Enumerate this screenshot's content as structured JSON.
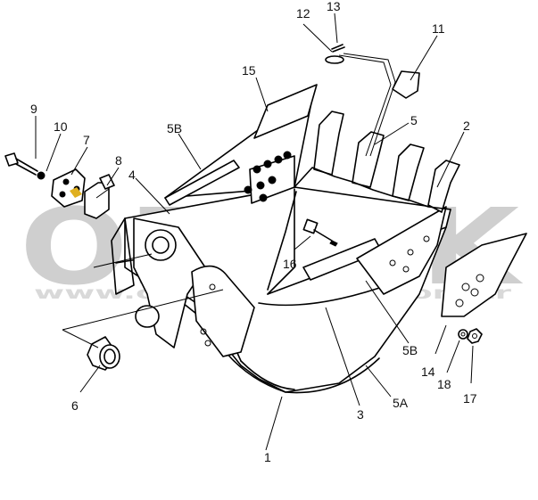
{
  "watermark": {
    "brand": "ORNEK",
    "url": "www.ornekmakina.com.tr"
  },
  "callouts": [
    {
      "id": "label-1",
      "text": "1"
    },
    {
      "id": "label-2",
      "text": "2"
    },
    {
      "id": "label-3",
      "text": "3"
    },
    {
      "id": "label-4",
      "text": "4"
    },
    {
      "id": "label-5",
      "text": "5"
    },
    {
      "id": "label-5a",
      "text": "5A"
    },
    {
      "id": "label-5b-top",
      "text": "5B"
    },
    {
      "id": "label-5b-right",
      "text": "5B"
    },
    {
      "id": "label-6",
      "text": "6"
    },
    {
      "id": "label-7",
      "text": "7"
    },
    {
      "id": "label-8",
      "text": "8"
    },
    {
      "id": "label-9",
      "text": "9"
    },
    {
      "id": "label-10",
      "text": "10"
    },
    {
      "id": "label-11",
      "text": "11"
    },
    {
      "id": "label-12",
      "text": "12"
    },
    {
      "id": "label-13",
      "text": "13"
    },
    {
      "id": "label-14",
      "text": "14"
    },
    {
      "id": "label-15",
      "text": "15"
    },
    {
      "id": "label-16",
      "text": "16"
    },
    {
      "id": "label-17",
      "text": "17"
    },
    {
      "id": "label-18",
      "text": "18"
    }
  ]
}
